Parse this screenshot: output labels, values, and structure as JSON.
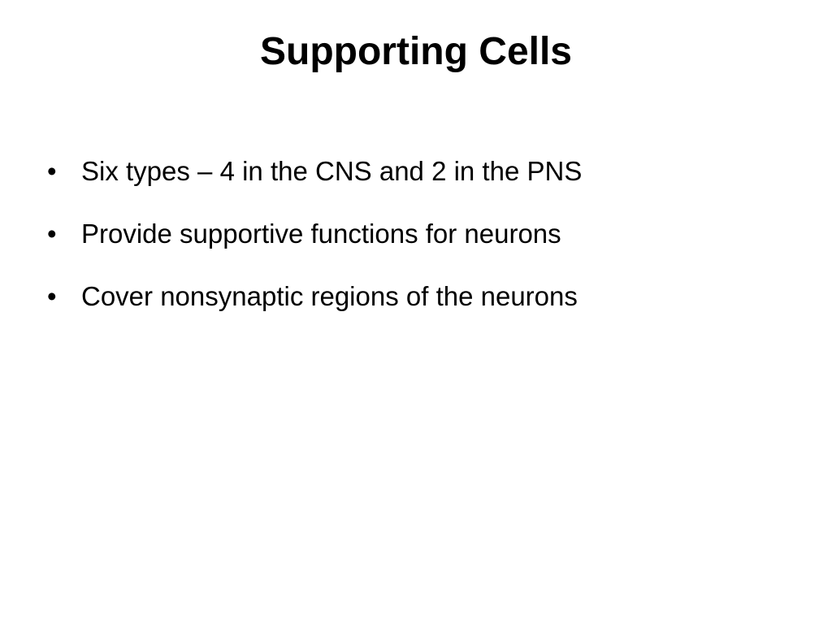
{
  "slide": {
    "title": "Supporting Cells",
    "bullet_glyph": "•",
    "bullets": [
      {
        "text": "Six types – 4 in the CNS and 2 in the PNS"
      },
      {
        "text": "Provide supportive functions for neurons"
      },
      {
        "text": "Cover nonsynaptic regions of the neurons"
      }
    ]
  }
}
